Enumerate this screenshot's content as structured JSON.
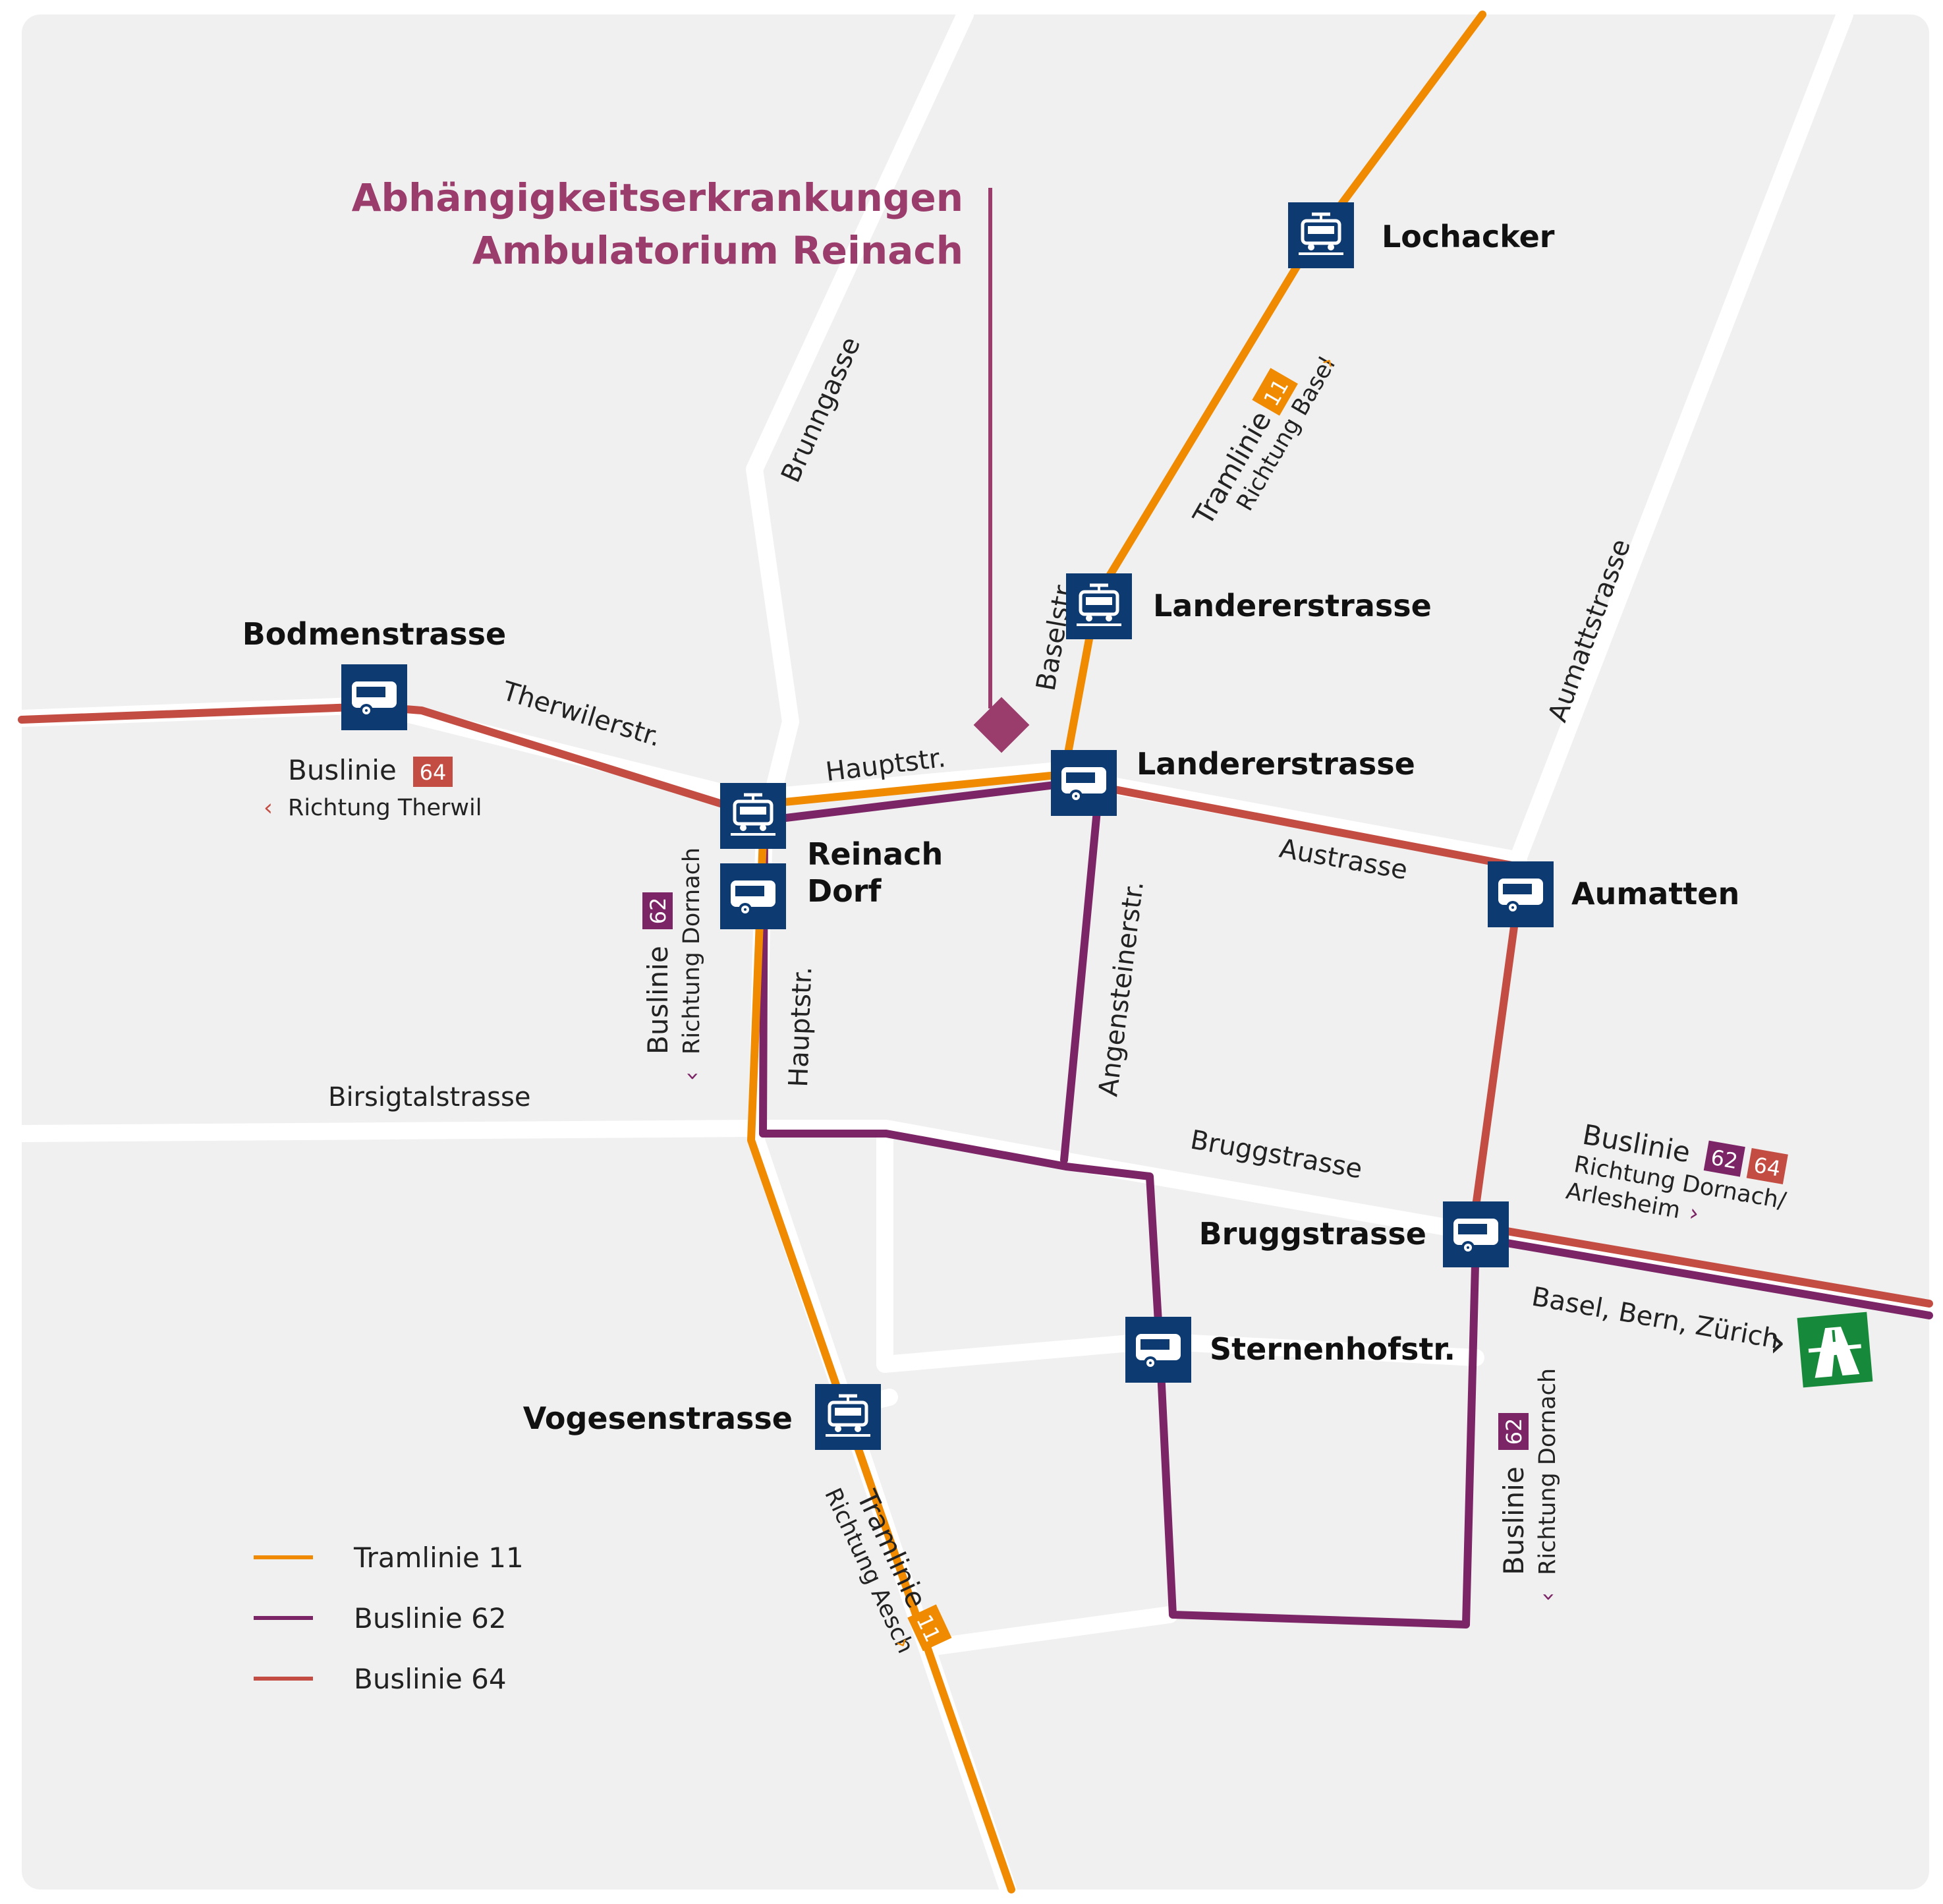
{
  "title": {
    "line1": "Abhängigkeitserkrankungen",
    "line2": "Ambulatorium Reinach"
  },
  "colors": {
    "background": "#f0f0f0",
    "road": "#ffffff",
    "tram11": "#f08a00",
    "bus62": "#7b2466",
    "bus64": "#c44d43",
    "stop_icon": "#0d3a70",
    "marker": "#9b3d6c",
    "motorway": "#168a3a"
  },
  "stops": {
    "lochacker": "Lochacker",
    "landererstrasse_tram": "Landererstrasse",
    "landererstrasse_bus": "Landererstrasse",
    "bodmenstrasse": "Bodmenstrasse",
    "reinach_dorf_1": "Reinach",
    "reinach_dorf_2": "Dorf",
    "aumatten": "Aumatten",
    "bruggstrasse": "Bruggstrasse",
    "sternenhofstr": "Sternenhofstr.",
    "vogesenstrasse": "Vogesenstrasse"
  },
  "streets": {
    "brunngasse": "Brunngasse",
    "baselstr": "Baselstr.",
    "hauptstr_h": "Hauptstr.",
    "therwilerstr": "Therwilerstr.",
    "austrasse": "Austrasse",
    "aumattstrasse": "Aumattstrasse",
    "angensteinerstr": "Angensteinerstr.",
    "hauptstr_v": "Hauptstr.",
    "birsigtalstrasse": "Birsigtalstrasse",
    "bruggstrasse": "Bruggstrasse"
  },
  "line_labels": {
    "tram_north": {
      "name": "Tramlinie",
      "number": "11",
      "direction": "Richtung Basel",
      "arrow": "›"
    },
    "tram_south": {
      "name": "Tramlinie",
      "number": "11",
      "direction": "Richtung Aesch",
      "arrow": "›"
    },
    "bus64_west": {
      "name": "Buslinie",
      "number": "64",
      "direction": "Richtung Therwil",
      "arrow": "‹"
    },
    "bus62_dorf": {
      "name": "Buslinie",
      "number": "62",
      "direction": "Richtung Dornach",
      "arrow": "‹"
    },
    "bus_east": {
      "name": "Buslinie",
      "number1": "62",
      "number2": "64",
      "direction1": "Richtung Dornach/",
      "direction2": "Arlesheim",
      "arrow": "›"
    },
    "bus62_south": {
      "name": "Buslinie",
      "number": "62",
      "direction": "Richtung Dornach",
      "arrow": "‹"
    }
  },
  "motorway": {
    "label": "Basel, Bern, Zürich",
    "arrow": "›"
  },
  "legend": [
    {
      "label": "Tramlinie 11",
      "color": "#f08a00"
    },
    {
      "label": "Buslinie 62",
      "color": "#7b2466"
    },
    {
      "label": "Buslinie 64",
      "color": "#c44d43"
    }
  ]
}
